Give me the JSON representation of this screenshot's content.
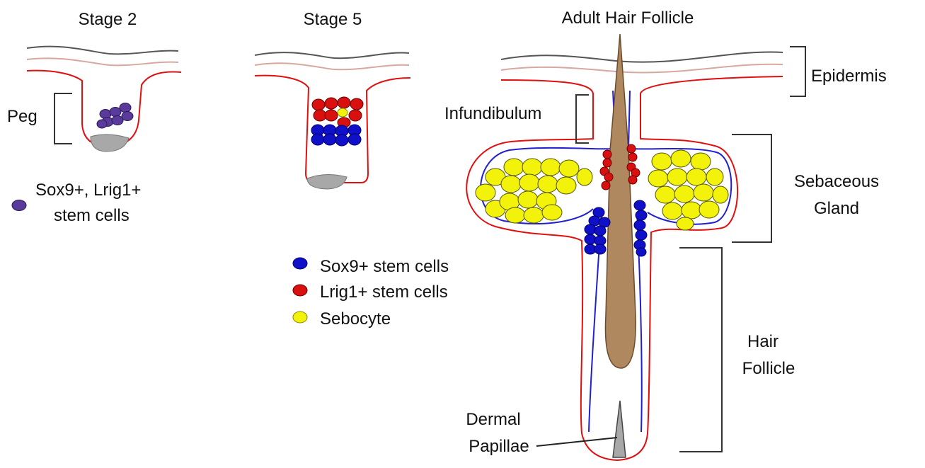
{
  "stage2": {
    "title": "Stage 2",
    "peg_label": "Peg",
    "legend_line1": "Sox9+, Lrig1+",
    "legend_line2": "stem cells"
  },
  "stage5": {
    "title": "Stage 5"
  },
  "legend": {
    "items": [
      {
        "label": "Sox9+ stem cells",
        "color": "#1010c8"
      },
      {
        "label": "Lrig1+ stem cells",
        "color": "#d81010"
      },
      {
        "label": "Sebocyte",
        "color": "#f2f20a"
      }
    ]
  },
  "adult": {
    "title": "Adult Hair Follicle",
    "epidermis": "Epidermis",
    "infundibulum": "Infundibulum",
    "sebaceous_line1": "Sebaceous",
    "sebaceous_line2": "Gland",
    "hair_line1": "Hair",
    "hair_line2": "Follicle",
    "dermal_line1": "Dermal",
    "dermal_line2": "Papillae"
  },
  "colors": {
    "membrane_red": "#e01010",
    "membrane_blue": "#2020d0",
    "skin_dark": "#555555",
    "skin_light": "#d8a8a0",
    "hair_shaft": "#b08860",
    "papilla_grey": "#a8a8a8",
    "mixed_purple": "#5a3a9a"
  }
}
